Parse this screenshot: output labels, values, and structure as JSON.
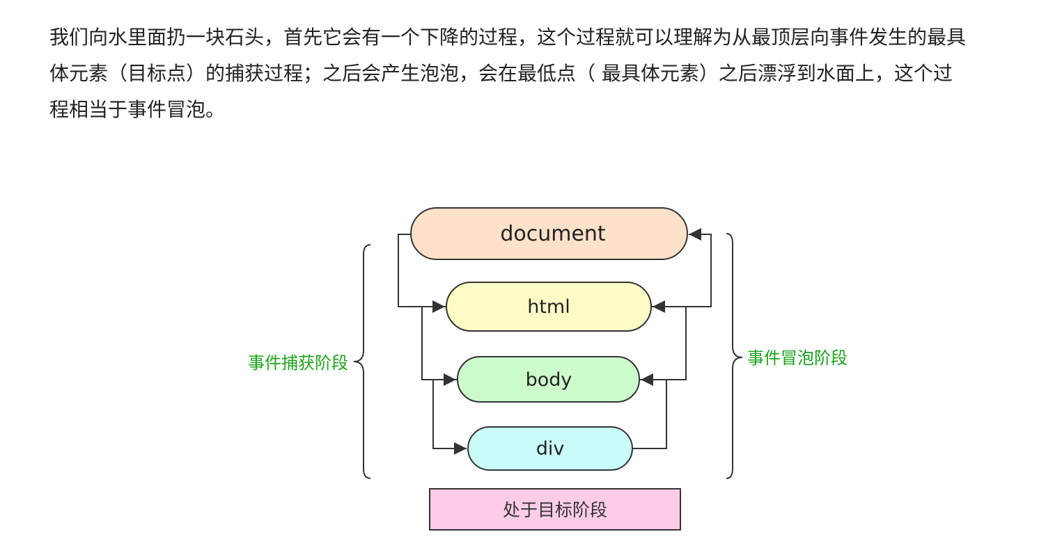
{
  "paragraph": {
    "lines": [
      "我们向水里面扔一块石头，首先它会有一个下降的过程，这个过程就可以理解为从最顶层向事件发生的最具",
      "体元素（目标点）的捕获过程；之后会产生泡泡，会在最低点（ 最具体元素）之后漂浮到水面上，这个过",
      "程相当于事件冒泡。"
    ]
  },
  "diagram": {
    "nodes": [
      {
        "id": "document",
        "label": "document",
        "fill": "#fde1c9"
      },
      {
        "id": "html",
        "label": "html",
        "fill": "#fdfcc6"
      },
      {
        "id": "body",
        "label": "body",
        "fill": "#cdfccc"
      },
      {
        "id": "div",
        "label": "div",
        "fill": "#cafcfc"
      }
    ],
    "capture_label": "事件捕获阶段",
    "bubble_label": "事件冒泡阶段",
    "target_label": "处于目标阶段",
    "colors": {
      "phase_text": "#1aa31a",
      "target_fill": "#fdcde8",
      "line": "#333333"
    }
  }
}
